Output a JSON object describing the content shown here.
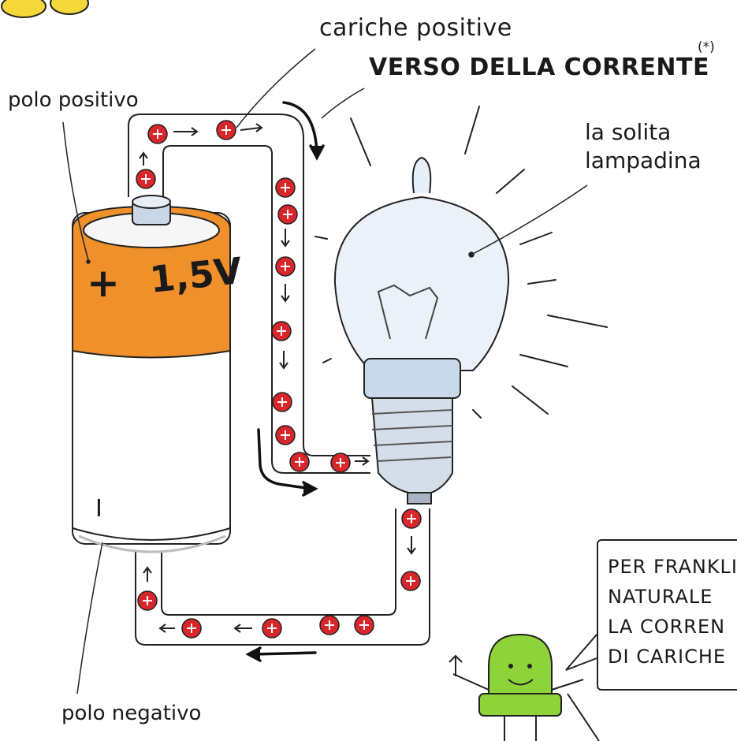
{
  "labels": {
    "cariche_positive": "cariche positive",
    "verso_corrente": "VERSO DELLA CORRENTE",
    "asterisk": "(*)",
    "polo_positivo": "polo positivo",
    "solita_line1": "la solita",
    "solita_line2": "lampadina",
    "polo_negativo": "polo negativo",
    "battery_voltage": "1,5V",
    "battery_plus": "+",
    "battery_minus": "I"
  },
  "speech_bubble": {
    "lines": [
      "PER FRANKLI",
      "NATURALE",
      "LA CORREN",
      "DI CARICHE"
    ]
  },
  "colors": {
    "battery_cap": "#f0902a",
    "battery_body": "#ffffff",
    "charge": "#d8262b",
    "bulb_glass": "#e6eef7",
    "led": "#8fd33a",
    "ink": "#1a1a1a"
  },
  "icons": [
    "battery-icon",
    "light-bulb-icon",
    "positive-charge-icon",
    "led-character-icon",
    "arrow-icon"
  ]
}
